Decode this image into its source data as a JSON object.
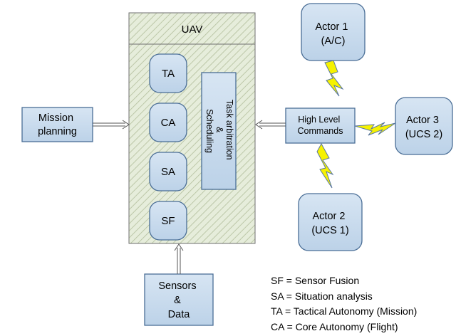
{
  "uav": {
    "title": "UAV",
    "modules": [
      "TA",
      "CA",
      "SA",
      "SF"
    ],
    "task_box": [
      "Task arbitration",
      "&",
      "Scheduling"
    ]
  },
  "mission_planning": [
    "Mission",
    "planning"
  ],
  "high_level_commands": [
    "High Level",
    "Commands"
  ],
  "sensors": [
    "Sensors",
    "&",
    "Data"
  ],
  "actors": [
    {
      "id": "actor1",
      "lines": [
        "Actor 1",
        "(A/C)"
      ]
    },
    {
      "id": "actor2",
      "lines": [
        "Actor 2",
        "(UCS 1)"
      ]
    },
    {
      "id": "actor3",
      "lines": [
        "Actor 3",
        "(UCS 2)"
      ]
    }
  ],
  "legend": [
    "SF = Sensor Fusion",
    "SA = Situation analysis",
    "TA = Tactical Autonomy (Mission)",
    "CA = Core Autonomy (Flight)"
  ],
  "colors": {
    "box_fill": "#c9dcee",
    "box_stroke": "#4a6e96",
    "hatch_bg": "#e6eddb",
    "hatch_line": "#b2be9c",
    "lightning_fill": "#f6f200",
    "lightning_stroke": "#5a78a0"
  }
}
